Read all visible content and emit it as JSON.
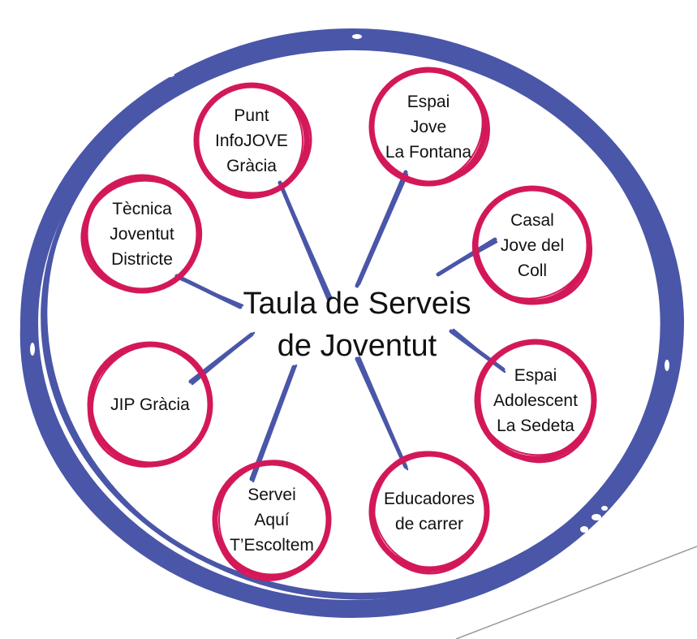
{
  "colors": {
    "outer_ring": "#4a56a8",
    "node_ring": "#d3185a",
    "connector": "#4a56a8",
    "text": "#111111"
  },
  "center": {
    "lines": [
      "Taula de Serveis",
      "de Joventut"
    ]
  },
  "nodes": [
    {
      "id": "punt-infojove-gracia",
      "lines": [
        "Punt",
        "InfoJOVE",
        "Gràcia"
      ]
    },
    {
      "id": "espai-jove-la-fontana",
      "lines": [
        "Espai",
        "Jove",
        "La Fontana"
      ]
    },
    {
      "id": "casal-jove-del-coll",
      "lines": [
        "Casal",
        "Jove del",
        "Coll"
      ]
    },
    {
      "id": "espai-adolescent-la-sedeta",
      "lines": [
        "Espai",
        "Adolescent",
        "La Sedeta"
      ]
    },
    {
      "id": "educadores-de-carrer",
      "lines": [
        "Educadores",
        "de carrer"
      ]
    },
    {
      "id": "servei-aqui-tescoltem",
      "lines": [
        "Servei",
        "Aquí",
        "T’Escoltem"
      ]
    },
    {
      "id": "jip-gracia",
      "lines": [
        "JIP Gràcia"
      ]
    },
    {
      "id": "tecnica-joventut-districte",
      "lines": [
        "Tècnica",
        "Joventut",
        "Districte"
      ]
    }
  ]
}
